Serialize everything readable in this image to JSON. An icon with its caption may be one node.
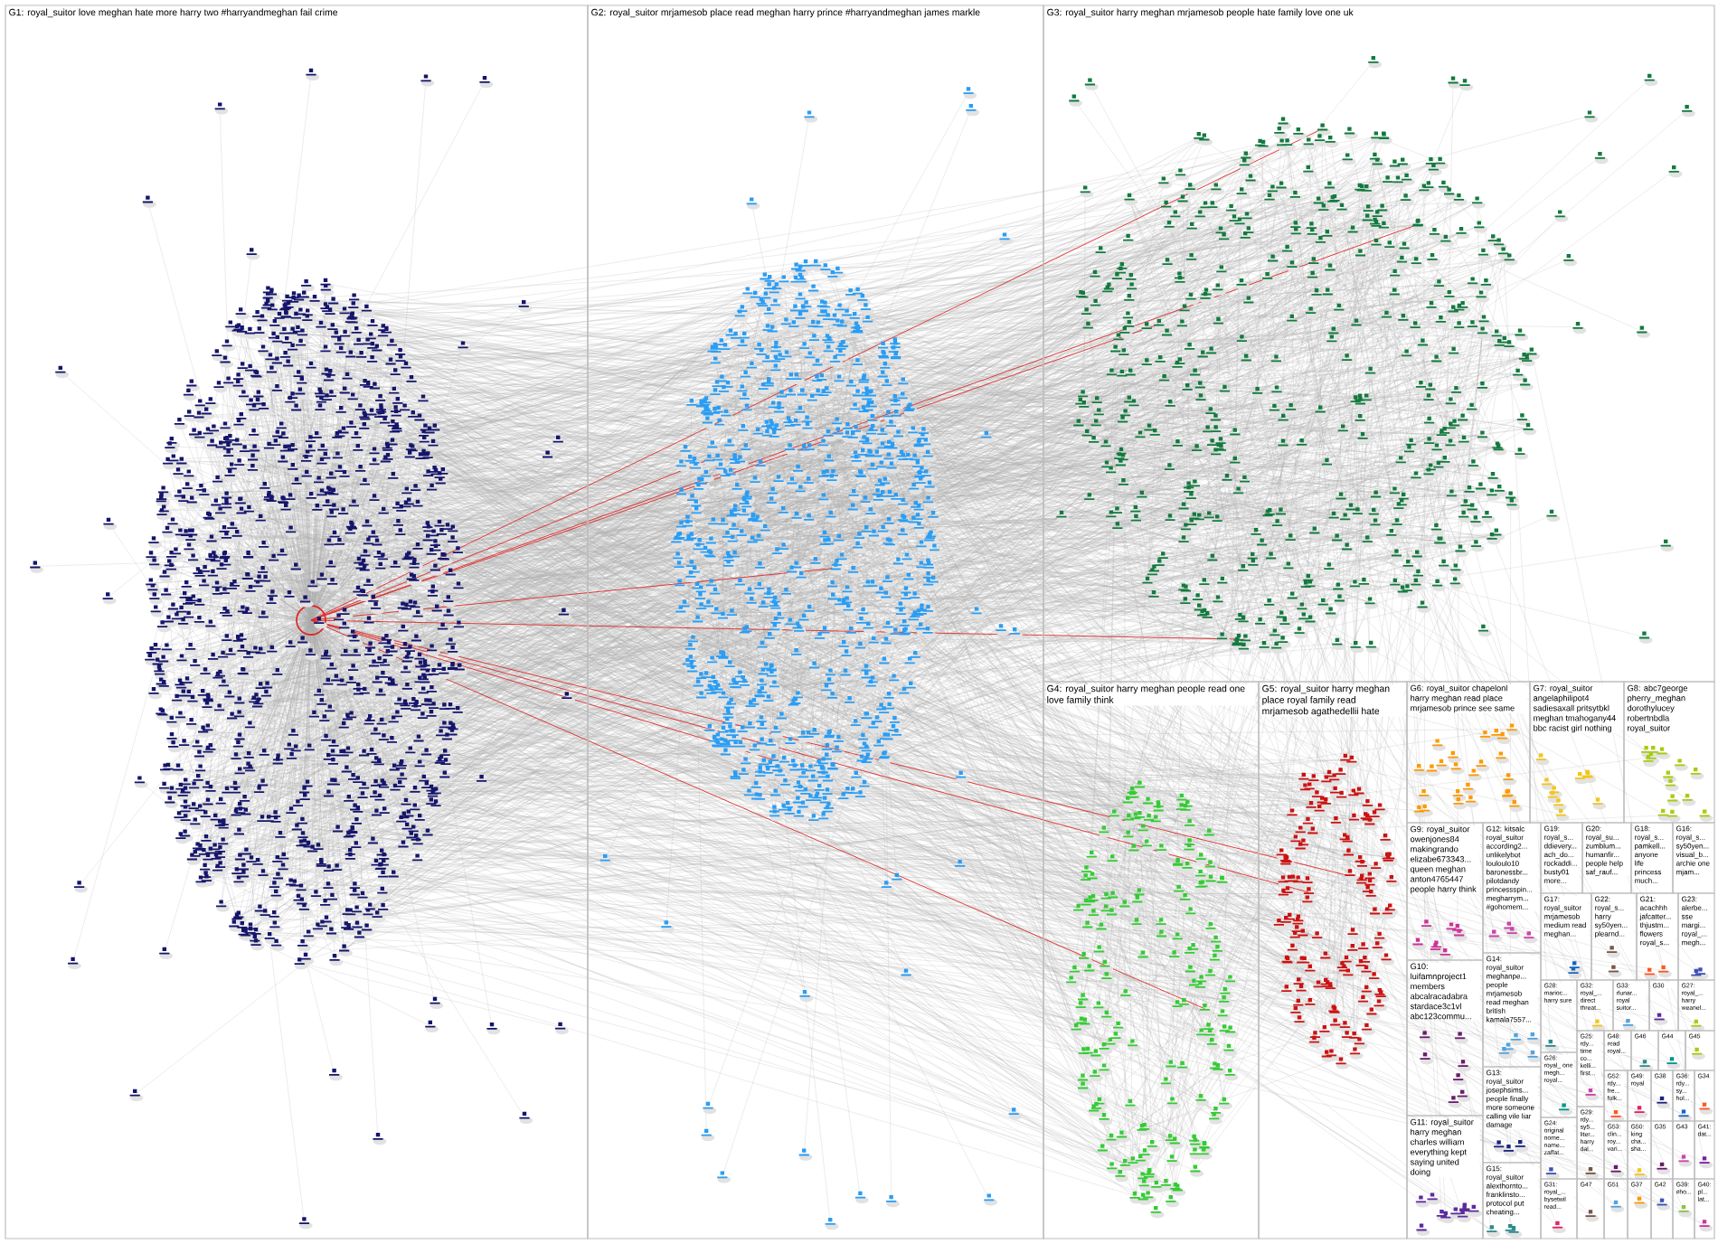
{
  "diagram": {
    "nodes": [
      {
        "text": [
          "G1: royal_suitor love meghan hate more harry two #harryandmeghan fail crime"
        ]
      },
      {
        "text": [
          "G2: royal_suitor mrjamesob place read meghan harry prince #harryandmeghan james markle"
        ]
      },
      {
        "text": [
          "G3: royal_suitor harry meghan mrjamesob people hate family love one uk"
        ]
      },
      {
        "text": [
          "G4: royal_suitor harry meghan people read one love family think"
        ]
      },
      {
        "text": [
          "G5: royal_suitor harry meghan place royal family read mrjamesob agathedellii hate"
        ]
      },
      {
        "text": [
          "G6: royal_suitor chapelonl harry meghan read place mrjamesob prince see same"
        ]
      },
      {
        "text": [
          "G7: royal_suitor angelaphilipot4 sadiesaxall pritsytbkl meghan tmahogany44 bbc racist girl nothing"
        ]
      },
      {
        "text": [
          "G8: abc7george pherry_meghan dorothylucey robertnbdla royal_suitor"
        ]
      },
      {
        "text": [
          "G9: royal_suitor owenjones84 makingrando elizabe673343... queen meghan anton4765447 people harry think"
        ]
      },
      {
        "text": [
          "G10: luifamnproject1 members abcalracadabra stardace3c1vl abc123commu..."
        ]
      },
      {
        "text": [
          "G11: royal_suitor harry meghan charles william everything kept saying united doing"
        ]
      },
      {
        "text": [
          "G12: kitsalc royal_suitor according2... unlikelybot louloulo10 baronessbr... pilotdandy princessspin... megharrym... #gohomem..."
        ]
      },
      {
        "text": [
          "G13: royal_suitor josephsims... people finally more someone calling vile liar damage"
        ]
      },
      {
        "text": [
          "G14: royal_suitor meghanpe... people mrjamesob read meghan british kamala7557..."
        ]
      },
      {
        "text": [
          "G15: royal_suitor alexthornto... franklinsto... protocol put cheating..."
        ]
      },
      {
        "text": [
          "G16: royal_s... sy50yen... visual_b... archie one mjam..."
        ]
      },
      {
        "text": [
          "G17: royal_suitor mrjamesob medium read meghan..."
        ]
      },
      {
        "text": [
          "G18: royal_s... pamkell... anyone life princess much..."
        ]
      },
      {
        "text": [
          "G19: royal_s... ddievery... ach_do... rockaddi... busty01 more..."
        ]
      },
      {
        "text": [
          "G20: royal_su... zumblum... humanfir... people help saf_rauf..."
        ]
      },
      {
        "text": [
          "G21: acachhh jafcatter... thjustm... flowers royal_s..."
        ]
      },
      {
        "text": [
          "G22: royal_s... harry sy50yen... plearnd..."
        ]
      },
      {
        "text": [
          "G23: alerbe... sse margi... royal_... megh..."
        ]
      },
      {
        "text": [
          "G24: original nome... name... zaffat..."
        ]
      },
      {
        "text": [
          "G25: rdy... time co... kelli... first..."
        ]
      },
      {
        "text": [
          "G26: royal_ one megh... royal..."
        ]
      },
      {
        "text": [
          "G27: royal_... harry weanel..."
        ]
      },
      {
        "text": [
          "G28: marioc... harry sure"
        ]
      },
      {
        "text": [
          "G29: rdy... sy5... liter... harry dal..."
        ]
      },
      {
        "text": [
          "G30"
        ]
      },
      {
        "text": [
          "G31: royal_... bysetwil read..."
        ]
      },
      {
        "text": [
          "G32: royal_... direct threat..."
        ]
      },
      {
        "text": [
          "G33: rlunar... royal suitor..."
        ]
      },
      {
        "text": [
          "G34"
        ]
      },
      {
        "text": [
          "G35"
        ]
      },
      {
        "text": [
          "G36: rdy... sy... hol..."
        ]
      },
      {
        "text": [
          "G37"
        ]
      },
      {
        "text": [
          "G38"
        ]
      },
      {
        "text": [
          "G39: #ho..."
        ]
      },
      {
        "text": [
          "G40: pl... lat..."
        ]
      },
      {
        "text": [
          "G41: dat..."
        ]
      },
      {
        "text": [
          "G42"
        ]
      },
      {
        "text": [
          "G43"
        ]
      },
      {
        "text": [
          "G44"
        ]
      },
      {
        "text": [
          "G45"
        ]
      },
      {
        "text": [
          "G46"
        ]
      },
      {
        "text": [
          "G47"
        ]
      },
      {
        "text": [
          "G48: read royal..."
        ]
      },
      {
        "text": [
          "G49: royal"
        ]
      },
      {
        "text": [
          "G50: king cha... sha..."
        ]
      },
      {
        "text": [
          "G51"
        ]
      },
      {
        "text": [
          "G52: rdy... fre... folk..."
        ]
      },
      {
        "text": [
          "G53: clin... roy... vari..."
        ]
      }
    ]
  }
}
